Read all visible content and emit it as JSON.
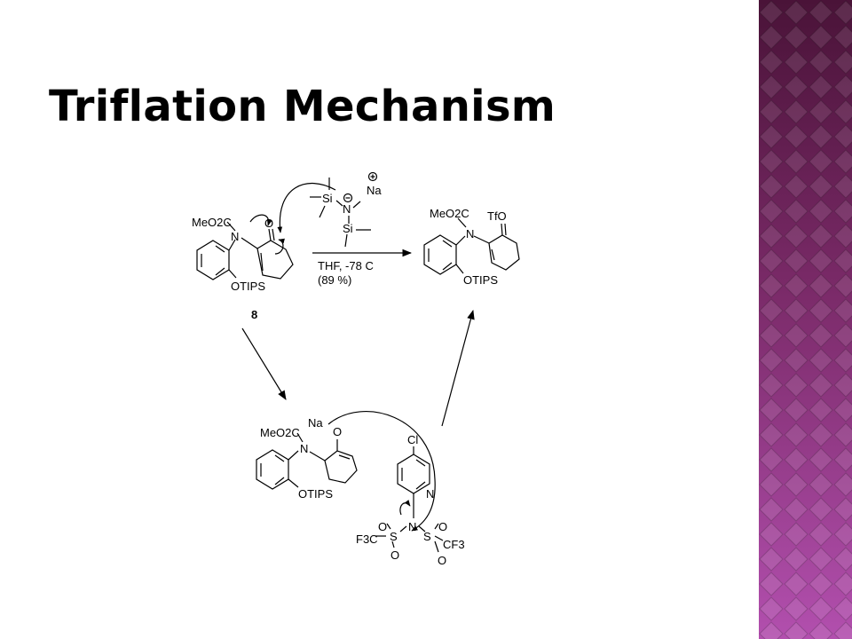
{
  "slide": {
    "title": "Triflation Mechanism",
    "theme_colors": {
      "band_dark": "#4a1338",
      "band_mid": "#7a2a68",
      "band_light": "#b24fae"
    }
  },
  "scheme": {
    "compound_number": "8",
    "conditions": {
      "line1": "THF, -78 C",
      "line2": "(89 %)"
    },
    "base": {
      "cation": "Na",
      "atoms": [
        "Si",
        "N",
        "Si"
      ]
    },
    "starting_material": {
      "ester": "MeO2C",
      "nitrogen": "N",
      "carbonyl": "O",
      "silyl_ether": "OTIPS"
    },
    "product": {
      "ester": "MeO2C",
      "nitrogen": "N",
      "triflate": "TfO",
      "silyl_ether": "OTIPS"
    },
    "enolate": {
      "cation": "Na",
      "oxygen": "O",
      "ester": "MeO2C",
      "nitrogen": "N",
      "silyl_ether": "OTIPS"
    },
    "comins_reagent": {
      "chloro": "Cl",
      "ring_nitrogen": "N",
      "nitrogen": "N",
      "sulfur": "S",
      "oxygen": "O",
      "cf3_left": "F3C",
      "cf3_right": "CF3"
    }
  }
}
